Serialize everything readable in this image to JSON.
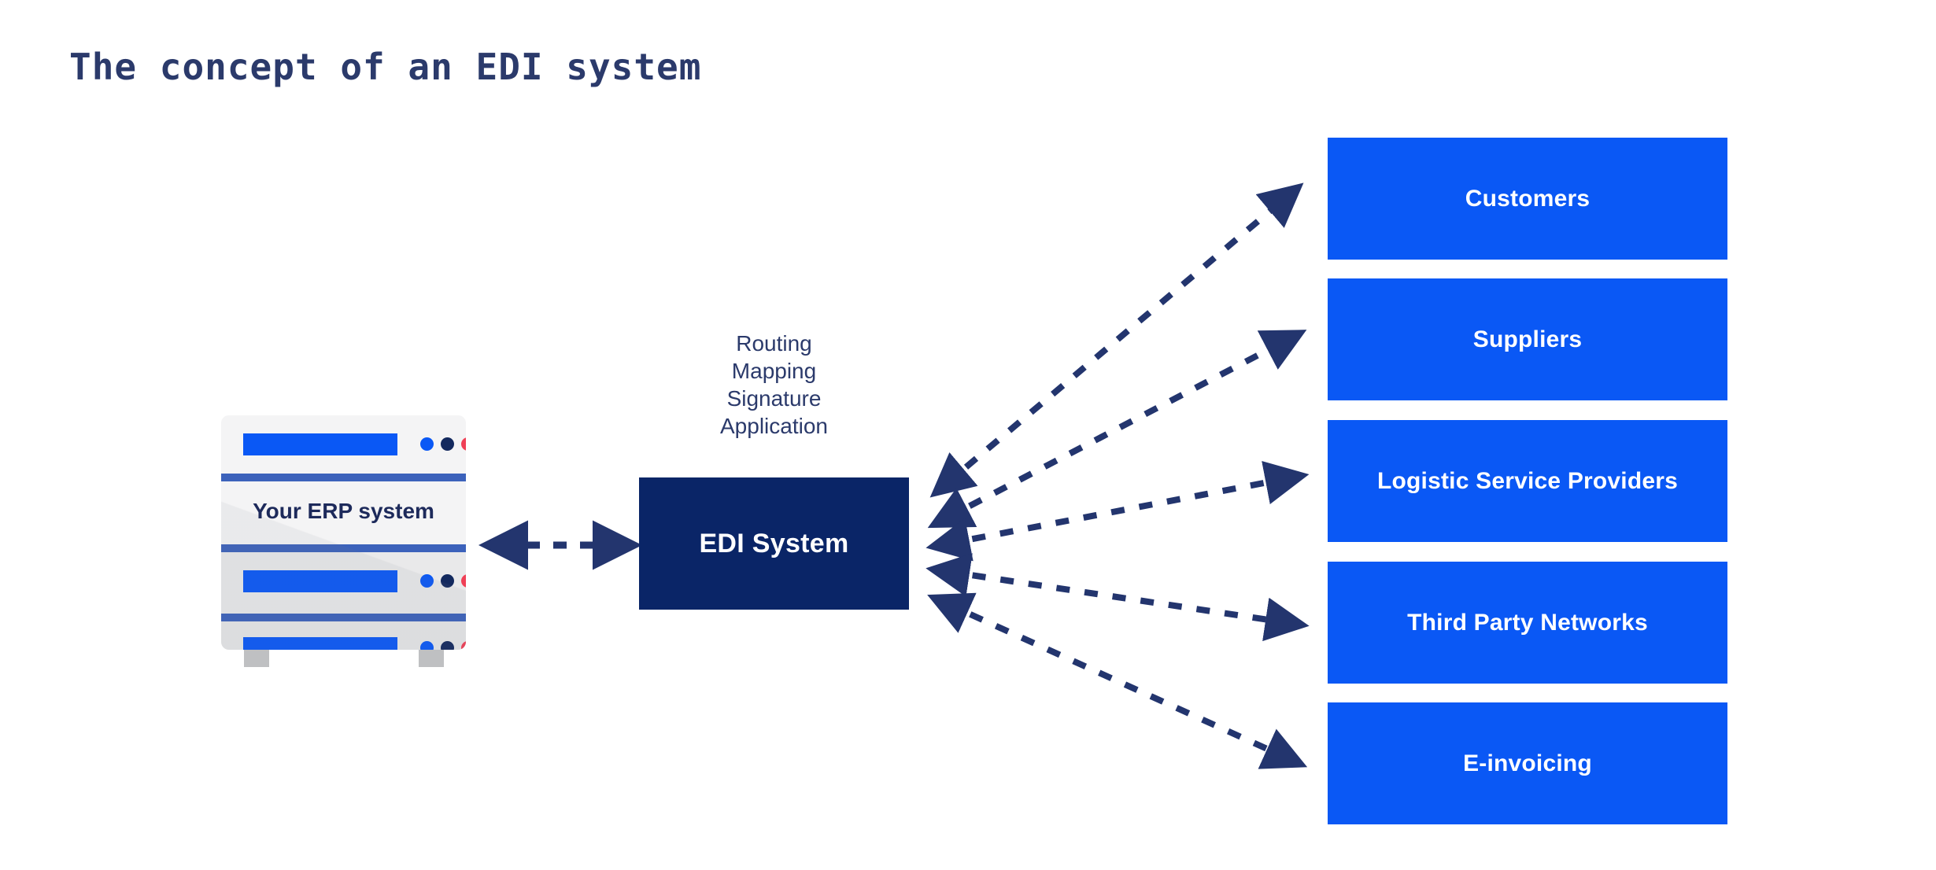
{
  "title": "The concept of an EDI system",
  "colors": {
    "background": "#ffffff",
    "title_navy": "#2b3a6b",
    "edi_box_navy": "#0a2567",
    "partner_blue": "#0a58f5",
    "arrow_navy": "#23356e",
    "server_light": "#f4f4f5",
    "server_mid": "#e9e9ea",
    "server_dark": "#e6e6e7",
    "separator_blue": "#3c62bb",
    "separator_gray": "#b8b9bb",
    "dot_blue": "#0a58f5",
    "dot_navy": "#13295e",
    "dot_red": "#ef4056",
    "foot_gray": "#bfc0c2",
    "white_text": "#ffffff"
  },
  "erp": {
    "label": "Your ERP system",
    "icon": "server-rack-icon",
    "units": [
      {
        "index": 0,
        "has_bar": true,
        "dots": [
          "blue",
          "navy",
          "red"
        ]
      },
      {
        "index": 1,
        "has_bar": false,
        "dots": []
      },
      {
        "index": 2,
        "has_bar": true,
        "dots": [
          "blue",
          "navy",
          "red"
        ]
      },
      {
        "index": 3,
        "has_bar": true,
        "dots": [
          "blue",
          "navy",
          "red"
        ]
      }
    ]
  },
  "edi": {
    "label": "EDI System",
    "functions": [
      "Routing",
      "Mapping",
      "Signature",
      "Application"
    ]
  },
  "partners": [
    {
      "label": "Customers"
    },
    {
      "label": "Suppliers"
    },
    {
      "label": "Logistic Service Providers"
    },
    {
      "label": "Third Party Networks"
    },
    {
      "label": "E-invoicing"
    }
  ],
  "connectors": {
    "erp_to_edi": {
      "style": "dashed",
      "arrowheads": "both",
      "direction": "horizontal"
    },
    "edi_to_partners": {
      "style": "dashed",
      "arrowheads": "both",
      "count": 5
    }
  }
}
